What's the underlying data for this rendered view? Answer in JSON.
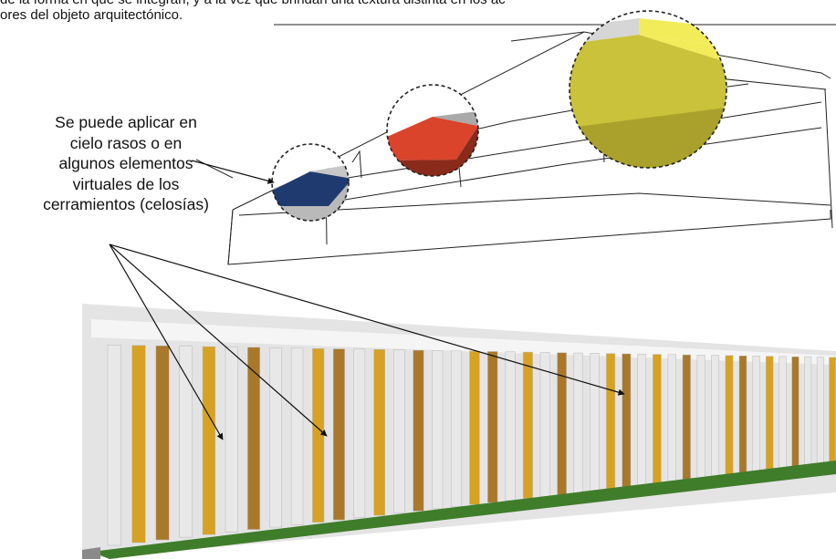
{
  "header": {
    "line1_fragment": "de la forma en que se integran, y a la vez que brindan una textura distinta en los ac",
    "line2": "ores del objeto arquitectónico."
  },
  "annotation": {
    "lines": [
      "Se puede aplicar en",
      "cielo rasos o en",
      "algunos elementos",
      "virtuales de los",
      "cerramientos (celosías)"
    ]
  },
  "colors": {
    "blue": "#1f3a6e",
    "red": "#d9442b",
    "yellow_olive": "#c9c23a",
    "yellow_light": "#f2ec5a",
    "slat_gold": "#d7a222",
    "slat_brown": "#a9782b",
    "slat_white": "#e8e8e8",
    "grass": "#3f7d2a"
  },
  "icons": [
    "callout-arrow-icon",
    "magnifier-circle-icon"
  ]
}
